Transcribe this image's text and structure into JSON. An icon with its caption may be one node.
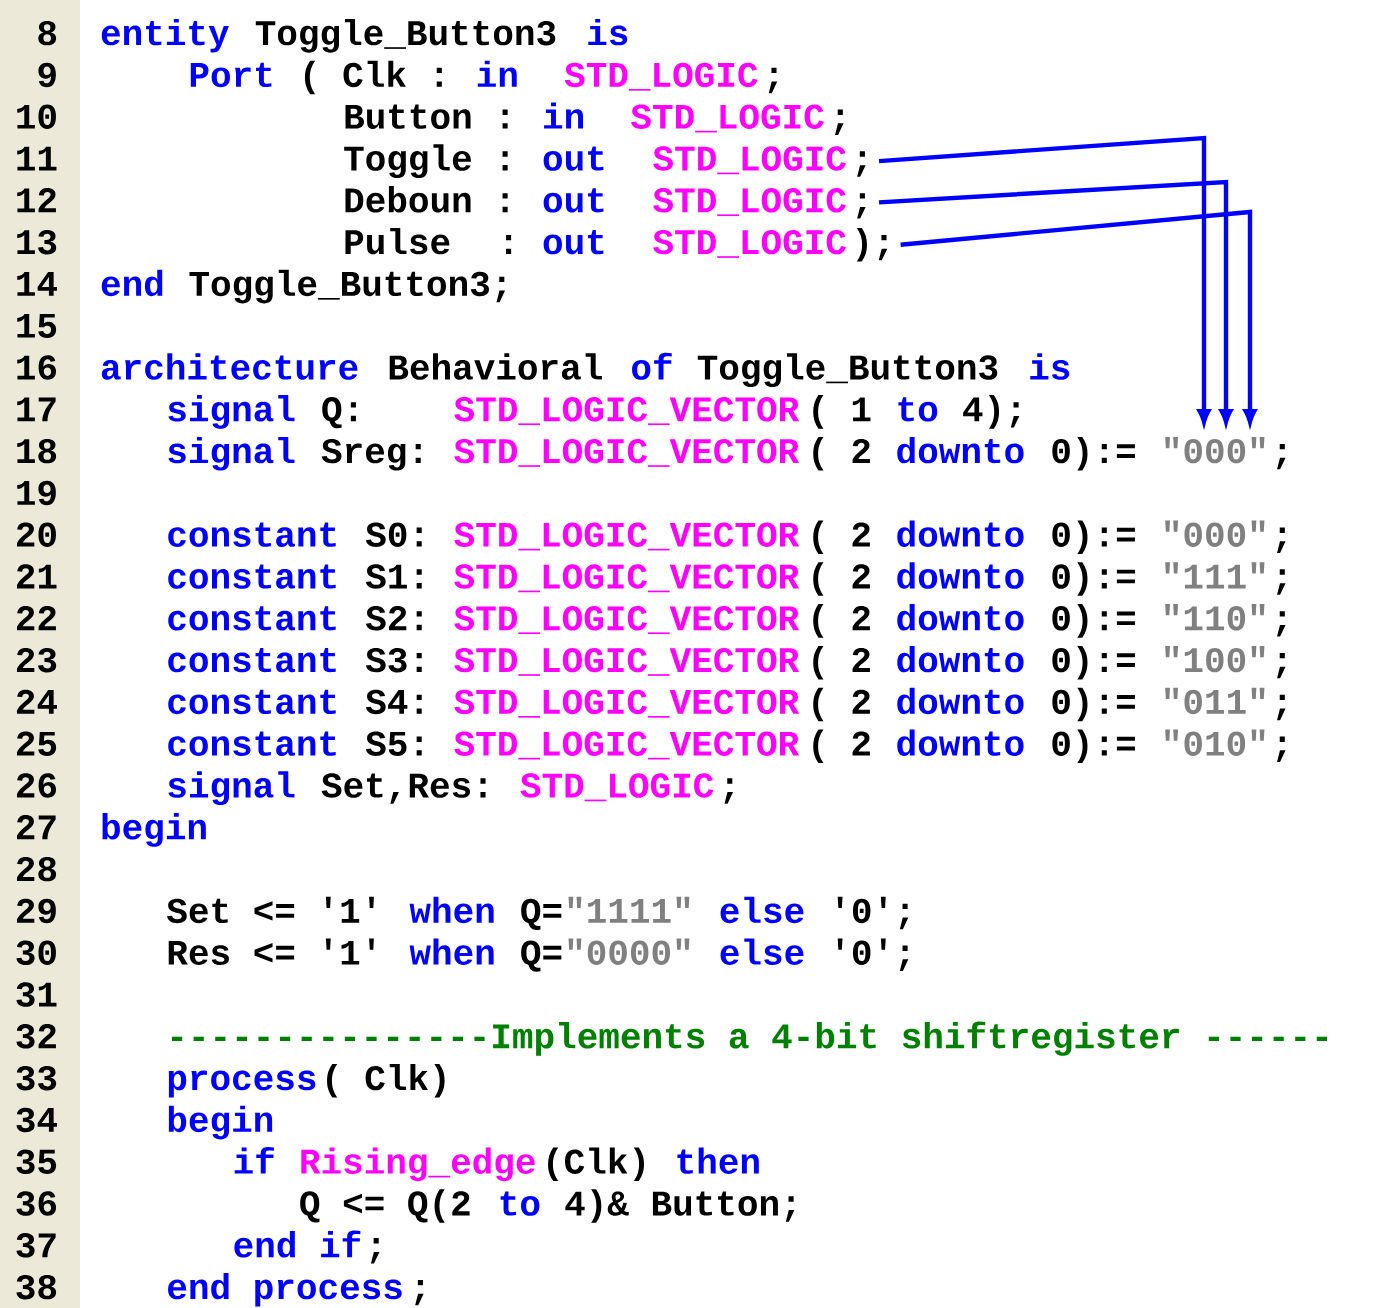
{
  "diagram": {
    "nodes": [
      {
        "text": [
          "Toggle :",
          "out",
          "STD_LOGIC",
          ";"
        ]
      },
      {
        "text": [
          "Deboun :",
          "out",
          "STD_LOGIC",
          ";"
        ]
      },
      {
        "text": [
          "Pulse",
          ":",
          "out",
          "STD_LOGIC",
          ");"
        ]
      },
      {
        "text": [
          "\"000\""
        ]
      }
    ],
    "edges": [
      {
        "from": 0,
        "to": 3,
        "arrow": "to"
      },
      {
        "from": 1,
        "to": 3,
        "arrow": "to"
      },
      {
        "from": 2,
        "to": 3,
        "arrow": "to"
      }
    ],
    "labels": [
      "8",
      "entity",
      "Toggle_Button3",
      "is",
      "9",
      "Port",
      "( Clk :",
      "in",
      "STD_LOGIC",
      ";",
      "10",
      "Button :",
      "in",
      "STD_LOGIC",
      ";",
      "11",
      "12",
      "13",
      "14",
      "end",
      "Toggle_Button3;",
      "15",
      "16",
      "architecture",
      "Behavioral",
      "of",
      "Toggle_Button3",
      "is",
      "17",
      "signal",
      "Q:",
      "STD_LOGIC_VECTOR",
      "( 1",
      "to",
      "4);",
      "18",
      "signal",
      "Sreg:",
      "STD_LOGIC_VECTOR",
      "( 2",
      "downto",
      "0):=",
      ";",
      "19",
      "20",
      "constant",
      "S0:",
      "STD_LOGIC_VECTOR",
      "( 2",
      "downto",
      "0):=",
      "\"000\"",
      ";",
      "21",
      "constant",
      "S1:",
      "STD_LOGIC_VECTOR",
      "( 2",
      "downto",
      "0):=",
      "\"111\"",
      ";",
      "22",
      "constant",
      "S2:",
      "STD_LOGIC_VECTOR",
      "( 2",
      "downto",
      "0):=",
      "\"110\"",
      ";",
      "23",
      "constant",
      "S3:",
      "STD_LOGIC_VECTOR",
      "( 2",
      "downto",
      "0):=",
      "\"100\"",
      ";",
      "24",
      "constant",
      "S4:",
      "STD_LOGIC_VECTOR",
      "( 2",
      "downto",
      "0):=",
      "\"011\"",
      ";",
      "25",
      "constant",
      "S5:",
      "STD_LOGIC_VECTOR",
      "( 2",
      "downto",
      "0):=",
      "\"010\"",
      ";",
      "26",
      "signal",
      "Set,Res:",
      "STD_LOGIC",
      ";",
      "27",
      "begin",
      "28",
      "29",
      "Set <= '1'",
      "when",
      "Q=",
      "\"1111\"",
      "else",
      "'0';",
      "30",
      "Res <= '1'",
      "when",
      "Q=",
      "\"0000\"",
      "else",
      "'0';",
      "31",
      "32",
      "---------------Implements a 4-bit shiftregister ------",
      "33",
      "process",
      "( Clk)",
      "34",
      "begin",
      "35",
      "if",
      "Rising_edge",
      "(Clk)",
      "then",
      "36",
      "Q <= Q(2",
      "to",
      "4)& Button;",
      "37",
      "end if",
      ";",
      "38",
      "end process",
      ";"
    ]
  }
}
